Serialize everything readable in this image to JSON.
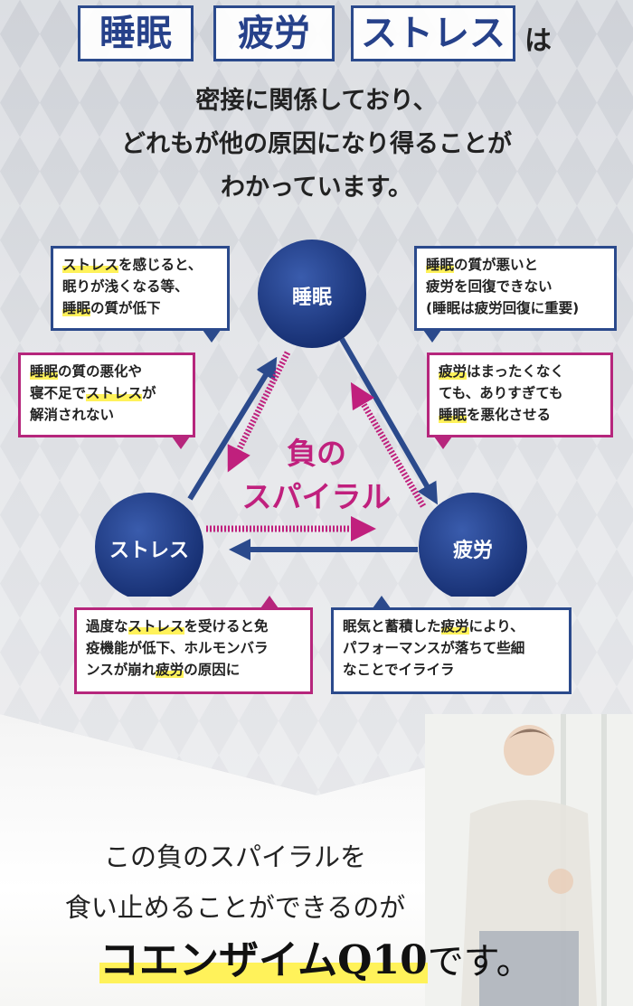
{
  "header": {
    "keywords": [
      "睡眠",
      "疲労",
      "ストレス"
    ],
    "particle": "は",
    "lead_lines": [
      "密接に関係しており、",
      "どれもが他の原因になり得ることが",
      "わかっています。"
    ]
  },
  "diagram": {
    "nodes": {
      "sleep": "睡眠",
      "stress": "ストレス",
      "fatigue": "疲労"
    },
    "center_text": [
      "負の",
      "スパイラル"
    ],
    "callouts": {
      "top_left": [
        [
          {
            "t": "ストレス",
            "hl": true
          },
          {
            "t": "を感じると、",
            "hl": false
          }
        ],
        [
          {
            "t": "眠りが浅くなる等、",
            "hl": false
          }
        ],
        [
          {
            "t": "睡眠",
            "hl": true
          },
          {
            "t": "の質が低下",
            "hl": false
          }
        ]
      ],
      "mid_left": [
        [
          {
            "t": "睡眠",
            "hl": true
          },
          {
            "t": "の質の悪化や",
            "hl": false
          }
        ],
        [
          {
            "t": "寝不足で",
            "hl": false
          },
          {
            "t": "ストレス",
            "hl": true
          },
          {
            "t": "が",
            "hl": false
          }
        ],
        [
          {
            "t": "解消されない",
            "hl": false
          }
        ]
      ],
      "top_right": [
        [
          {
            "t": "睡眠",
            "hl": true
          },
          {
            "t": "の質が悪いと",
            "hl": false
          }
        ],
        [
          {
            "t": "疲労を回復できない",
            "hl": false
          }
        ],
        [
          {
            "t": "(睡眠は疲労回復に重要)",
            "hl": false
          }
        ]
      ],
      "mid_right": [
        [
          {
            "t": "疲労",
            "hl": true
          },
          {
            "t": "はまったくなく",
            "hl": false
          }
        ],
        [
          {
            "t": "ても、ありすぎても",
            "hl": false
          }
        ],
        [
          {
            "t": "睡眠",
            "hl": true
          },
          {
            "t": "を悪化させる",
            "hl": false
          }
        ]
      ],
      "bottom_left": [
        [
          {
            "t": "過度な",
            "hl": false
          },
          {
            "t": "ストレス",
            "hl": true
          },
          {
            "t": "を受けると免",
            "hl": false
          }
        ],
        [
          {
            "t": "疫機能が低下、ホルモンバラ",
            "hl": false
          }
        ],
        [
          {
            "t": "ンスが崩れ",
            "hl": false
          },
          {
            "t": "疲労",
            "hl": true
          },
          {
            "t": "の原因に",
            "hl": false
          }
        ]
      ],
      "bottom_right": [
        [
          {
            "t": "眠気と蓄積した",
            "hl": false
          },
          {
            "t": "疲労",
            "hl": true
          },
          {
            "t": "により、",
            "hl": false
          }
        ],
        [
          {
            "t": "パフォーマンスが落ちて些細",
            "hl": false
          }
        ],
        [
          {
            "t": "なことでイライラ",
            "hl": false
          }
        ]
      ]
    }
  },
  "bottom": {
    "lines": [
      "この負のスパイラルを",
      "食い止めることができるのが"
    ],
    "product": "コエンザイムQ10",
    "product_suffix": "です。"
  },
  "colors": {
    "navy": "#2b4a8c",
    "circle": "#1d3a82",
    "magenta": "#c0207d",
    "highlight": "#fff25a"
  }
}
